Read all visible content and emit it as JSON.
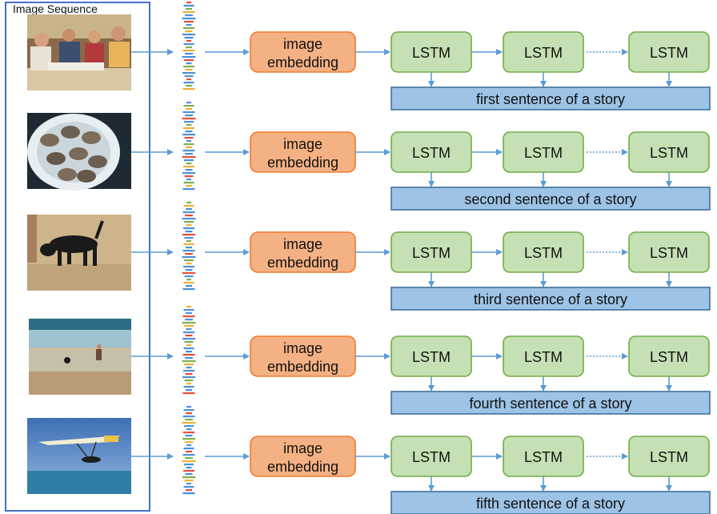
{
  "sequence_panel": {
    "title": "Image Sequence",
    "images": [
      {
        "icon": "group-of-people-at-table-photo"
      },
      {
        "icon": "oysters-on-plate-photo"
      },
      {
        "icon": "dog-on-sand-photo"
      },
      {
        "icon": "person-and-dog-in-surf-photo"
      },
      {
        "icon": "hang-glider-over-sea-photo"
      }
    ]
  },
  "rows": [
    {
      "embedding_label": [
        "image",
        "embedding"
      ],
      "lstm_labels": [
        "LSTM",
        "LSTM",
        "LSTM"
      ],
      "sentence": "first sentence of a story"
    },
    {
      "embedding_label": [
        "image",
        "embedding"
      ],
      "lstm_labels": [
        "LSTM",
        "LSTM",
        "LSTM"
      ],
      "sentence": "second sentence of a story"
    },
    {
      "embedding_label": [
        "image",
        "embedding"
      ],
      "lstm_labels": [
        "LSTM",
        "LSTM",
        "LSTM"
      ],
      "sentence": "third sentence of a story"
    },
    {
      "embedding_label": [
        "image",
        "embedding"
      ],
      "lstm_labels": [
        "LSTM",
        "LSTM",
        "LSTM"
      ],
      "sentence": "fourth sentence of a story"
    },
    {
      "embedding_label": [
        "image",
        "embedding"
      ],
      "lstm_labels": [
        "LSTM",
        "LSTM",
        "LSTM"
      ],
      "sentence": "fifth sentence of a story"
    }
  ],
  "colors": {
    "panel_border": "#4472c4",
    "arrow": "#5b9bd5",
    "embedding_fill": "#f4b183",
    "embedding_stroke": "#ed7d31",
    "lstm_fill": "#c5e0b4",
    "lstm_stroke": "#70ad47",
    "sentence_fill": "#9dc3e6",
    "sentence_stroke": "#41719c"
  },
  "cnn_icon": "cnn-network-icon"
}
